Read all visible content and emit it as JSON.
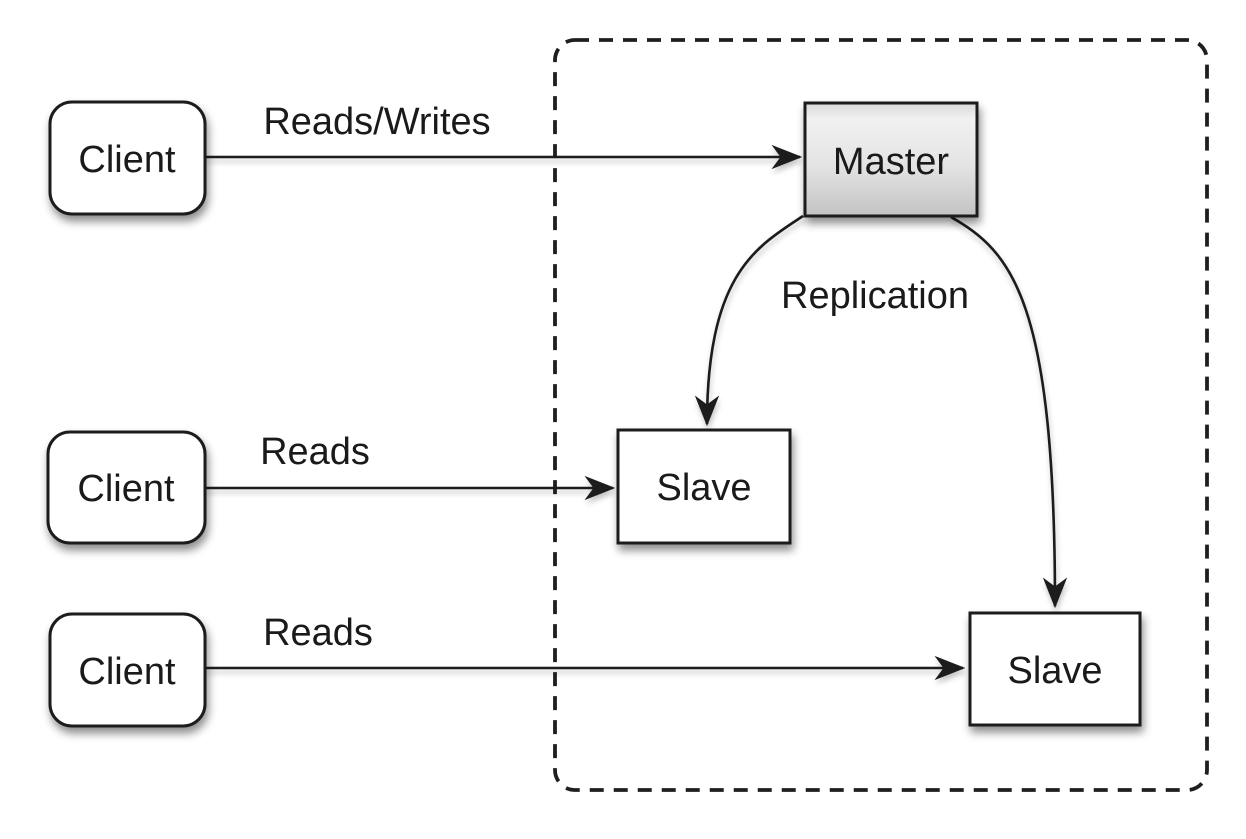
{
  "diagram": {
    "description": "Database master-slave replication architecture diagram",
    "colors": {
      "background": "#ffffff",
      "stroke": "#1a1a1a",
      "node_fill": "#ffffff",
      "master_gradient_top_edge": "#d8d8d8",
      "master_gradient_light": "#f1f1f1",
      "master_gradient_mid": "#e4e4e4",
      "master_gradient_bottom": "#c3c3c3"
    },
    "nodes": {
      "client1": {
        "label": "Client"
      },
      "client2": {
        "label": "Client"
      },
      "client3": {
        "label": "Client"
      },
      "master": {
        "label": "Master"
      },
      "slave1": {
        "label": "Slave"
      },
      "slave2": {
        "label": "Slave"
      }
    },
    "edges": {
      "client1_master": {
        "label": "Reads/Writes"
      },
      "client2_slave1": {
        "label": "Reads"
      },
      "client3_slave2": {
        "label": "Reads"
      },
      "master_slave1": {
        "label": "Replication"
      },
      "master_slave2": {
        "label": ""
      }
    }
  }
}
